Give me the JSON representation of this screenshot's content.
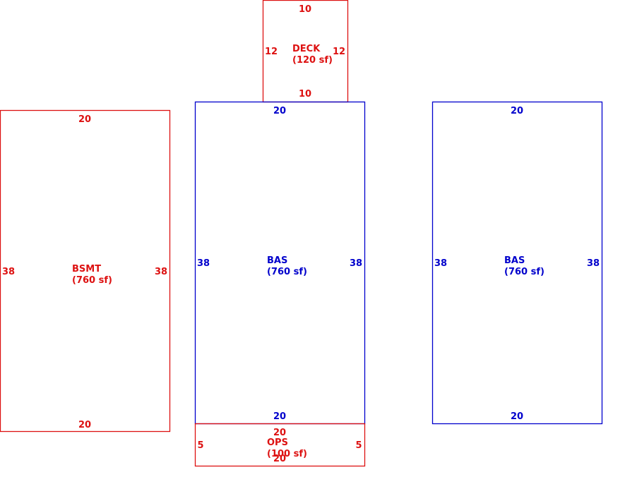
{
  "colors": {
    "red": "#dd1111",
    "blue": "#0000cc"
  },
  "areas": {
    "deck": {
      "code": "DECK",
      "area": "(120 sf)",
      "top": "10",
      "bottom": "10",
      "left": "12",
      "right": "12",
      "color": "red"
    },
    "bsmt": {
      "code": "BSMT",
      "area": "(760 sf)",
      "top": "20",
      "bottom": "20",
      "left": "38",
      "right": "38",
      "color": "red"
    },
    "bas_middle": {
      "code": "BAS",
      "area": "(760 sf)",
      "top": "20",
      "bottom": "20",
      "left": "38",
      "right": "38",
      "color": "blue"
    },
    "ops": {
      "code": "OPS",
      "area": "(100 sf)",
      "top": "20",
      "bottom": "20",
      "left": "5",
      "right": "5",
      "color": "red"
    },
    "bas_right": {
      "code": "BAS",
      "area": "(760 sf)",
      "top": "20",
      "bottom": "20",
      "left": "38",
      "right": "38",
      "color": "blue"
    }
  }
}
